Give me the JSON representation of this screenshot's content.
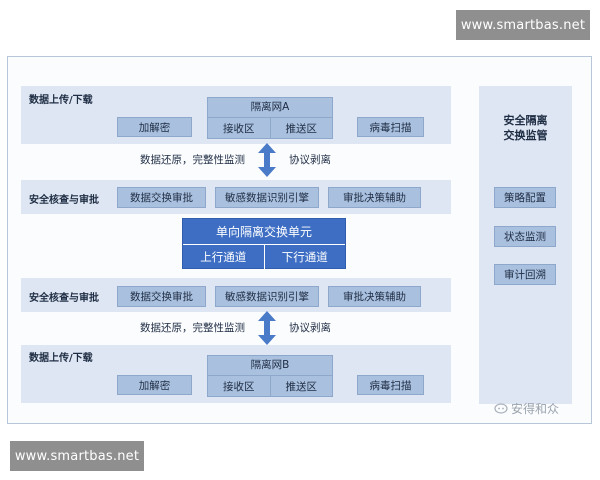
{
  "watermark": {
    "text": "www.smartbas.net"
  },
  "top_section": {
    "title": "数据上传/下载",
    "network": {
      "title": "隔离网A",
      "zone_left": "接收区",
      "zone_right": "推送区"
    },
    "left_box": "加解密",
    "right_box": "病毒扫描"
  },
  "top_flow": {
    "left_note": "数据还原，完整性监测",
    "right_note": "协议剥离"
  },
  "review_top": {
    "title": "安全核查与审批",
    "boxes": [
      "数据交换审批",
      "敏感数据识别引擎",
      "审批决策辅助"
    ]
  },
  "exchange_unit": {
    "title": "单向隔离交换单元",
    "up": "上行通道",
    "down": "下行通道"
  },
  "review_bottom": {
    "title": "安全核查与审批",
    "boxes": [
      "数据交换审批",
      "敏感数据识别引擎",
      "审批决策辅助"
    ]
  },
  "bottom_flow": {
    "left_note": "数据还原，完整性监测",
    "right_note": "协议剥离"
  },
  "bottom_section": {
    "title": "数据上传/下载",
    "network": {
      "title": "隔离网B",
      "zone_left": "接收区",
      "zone_right": "推送区"
    },
    "left_box": "加解密",
    "right_box": "病毒扫描"
  },
  "monitor": {
    "title_line1": "安全隔离",
    "title_line2": "交换监管",
    "items": [
      "策略配置",
      "状态监测",
      "审计回溯"
    ]
  },
  "logo": {
    "text": "安得和众"
  },
  "colors": {
    "band": "#dde6f2",
    "box": "#a9c0de",
    "unit": "#3d6ec4",
    "arrow": "#4a7bc8"
  }
}
